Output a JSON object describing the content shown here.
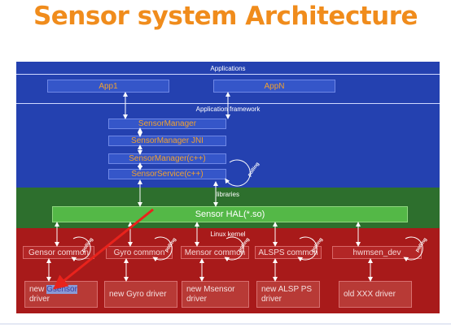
{
  "title": "Sensor system Architecture",
  "applications": {
    "label": "Applications",
    "app1": "App1",
    "appn": "AppN"
  },
  "framework": {
    "label": "Application framework",
    "items": [
      "SensorManager",
      "SensorManager JNI",
      "SensorManager(c++)",
      "SensorService(c++)"
    ],
    "polling": "polling"
  },
  "libraries": {
    "label": "libraries",
    "hal": "Sensor HAL(*.so)"
  },
  "kernel": {
    "label": "Linux kernel",
    "commons": [
      "Gensor  common",
      "Gyro common",
      "Mensor common",
      "ALSPS common",
      "hwmsen_dev"
    ],
    "drivers": [
      {
        "prefix": "new ",
        "highlight": "Gsensor",
        "rest": "driver"
      },
      {
        "prefix": "new Gyro driver",
        "highlight": "",
        "rest": ""
      },
      {
        "prefix": "new Msensor",
        "highlight": "",
        "rest": "driver"
      },
      {
        "prefix": "new ALSP PS",
        "highlight": "",
        "rest": "driver"
      },
      {
        "prefix": "old  XXX  driver",
        "highlight": "",
        "rest": ""
      }
    ],
    "polling": "polling"
  },
  "colors": {
    "title": "#f08c1c",
    "app_band": "#2441b0",
    "lib_band": "#2d6f2d",
    "kernel_band": "#a81a1a",
    "arrow": "#e8231c"
  }
}
